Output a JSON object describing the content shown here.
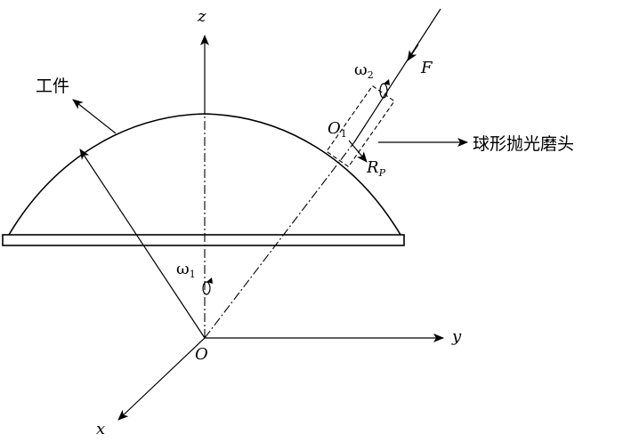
{
  "labels": {
    "workpiece": "工件",
    "tool": "球形抛光磨头",
    "axis_z": "z",
    "axis_y": "y",
    "axis_x": "x",
    "origin": "O",
    "tool_center": "O",
    "tool_center_sub": "1",
    "force": "F",
    "omega2": "ω",
    "omega2_sub": "2",
    "omega1": "ω",
    "omega1_sub": "1",
    "radius": "R",
    "radius_sub": "P"
  }
}
